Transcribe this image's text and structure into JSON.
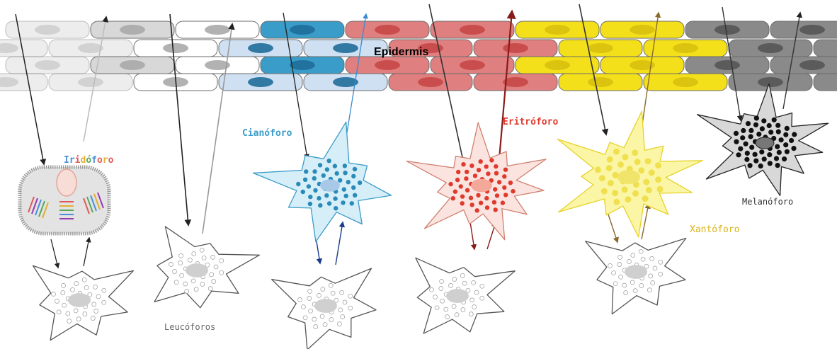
{
  "epidermis": {
    "label": "Epidermis"
  },
  "cells": {
    "iridoforo": {
      "label": "Iridóforo",
      "letter_colors": [
        "#4a90d9",
        "#4a90d9",
        "#e05a5a",
        "#e0b030",
        "#5aa85a",
        "#4a90d9",
        "#e05a5a",
        "#e0b030",
        "#e05a5a"
      ]
    },
    "leucoforos": {
      "label": "Leucóforos",
      "color": "#666666"
    },
    "cianoforo": {
      "label": "Cianóforo",
      "color": "#3a9cc9"
    },
    "eritroforo": {
      "label": "Eritróforo",
      "color": "#e03a2e"
    },
    "xantoforo": {
      "label": "Xantóforo",
      "color": "#e8c820"
    },
    "melanoforo": {
      "label": "Melanóforo",
      "color": "#333333"
    }
  },
  "colors": {
    "gray_cells": "#d8d8d8",
    "blue_cells": "#3a9cc9",
    "light_blue_cells": "#cfe0f3",
    "red_cells": "#e07f7f",
    "yellow_cells": "#f4e01a",
    "dark_gray_cells": "#8a8a8a"
  }
}
